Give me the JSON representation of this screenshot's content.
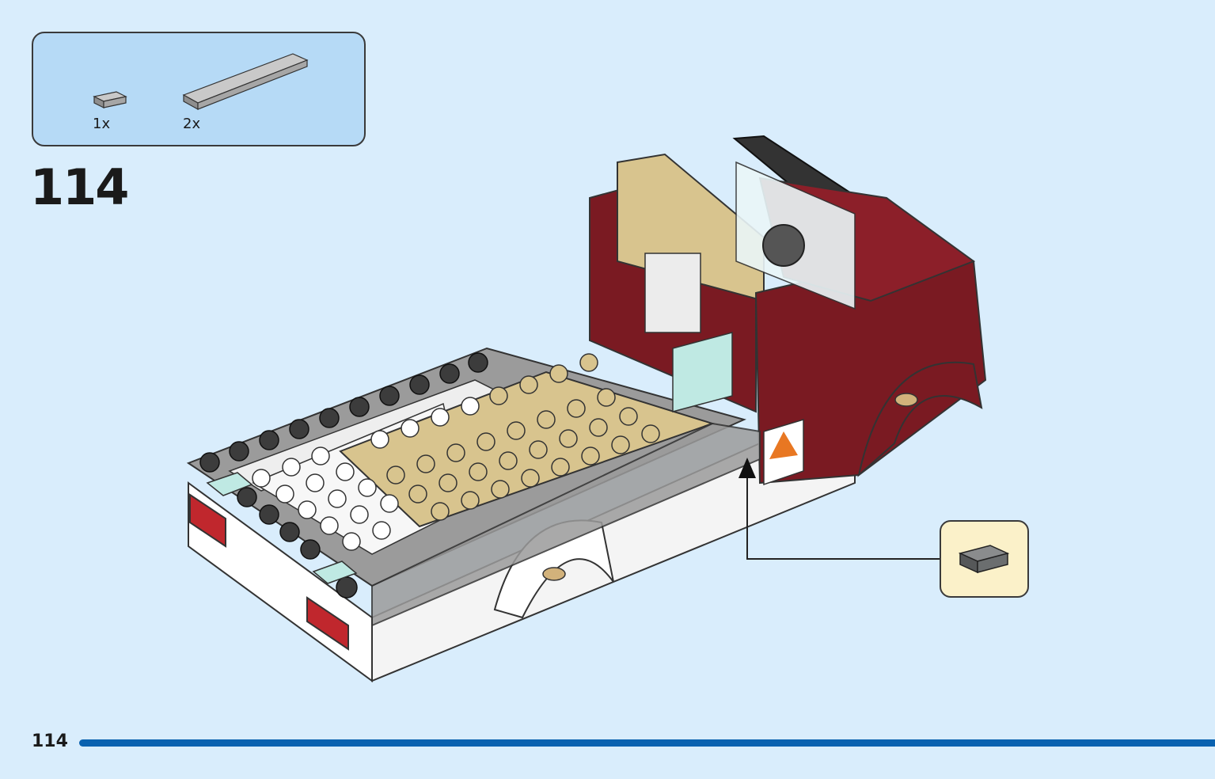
{
  "parts_list": {
    "items": [
      {
        "icon": "tile-1x1-grey-icon",
        "color": "#a0a19f",
        "quantity": "1x"
      },
      {
        "icon": "tile-1x8-grey-icon",
        "color": "#a0a19f",
        "quantity": "2x"
      }
    ]
  },
  "step": {
    "number": "114"
  },
  "callout": {
    "icon": "tile-1x1-dark-grey-icon",
    "color": "#6b6e6f"
  },
  "model": {
    "icon": "pickup-truck-model-icon",
    "colors": {
      "dark_red": "#7a1a22",
      "tan": "#d8c48e",
      "white": "#ffffff",
      "grey": "#9b9b9b",
      "black": "#333333"
    }
  },
  "footer": {
    "page_number": "114",
    "bar_color": "#0a62b0"
  }
}
